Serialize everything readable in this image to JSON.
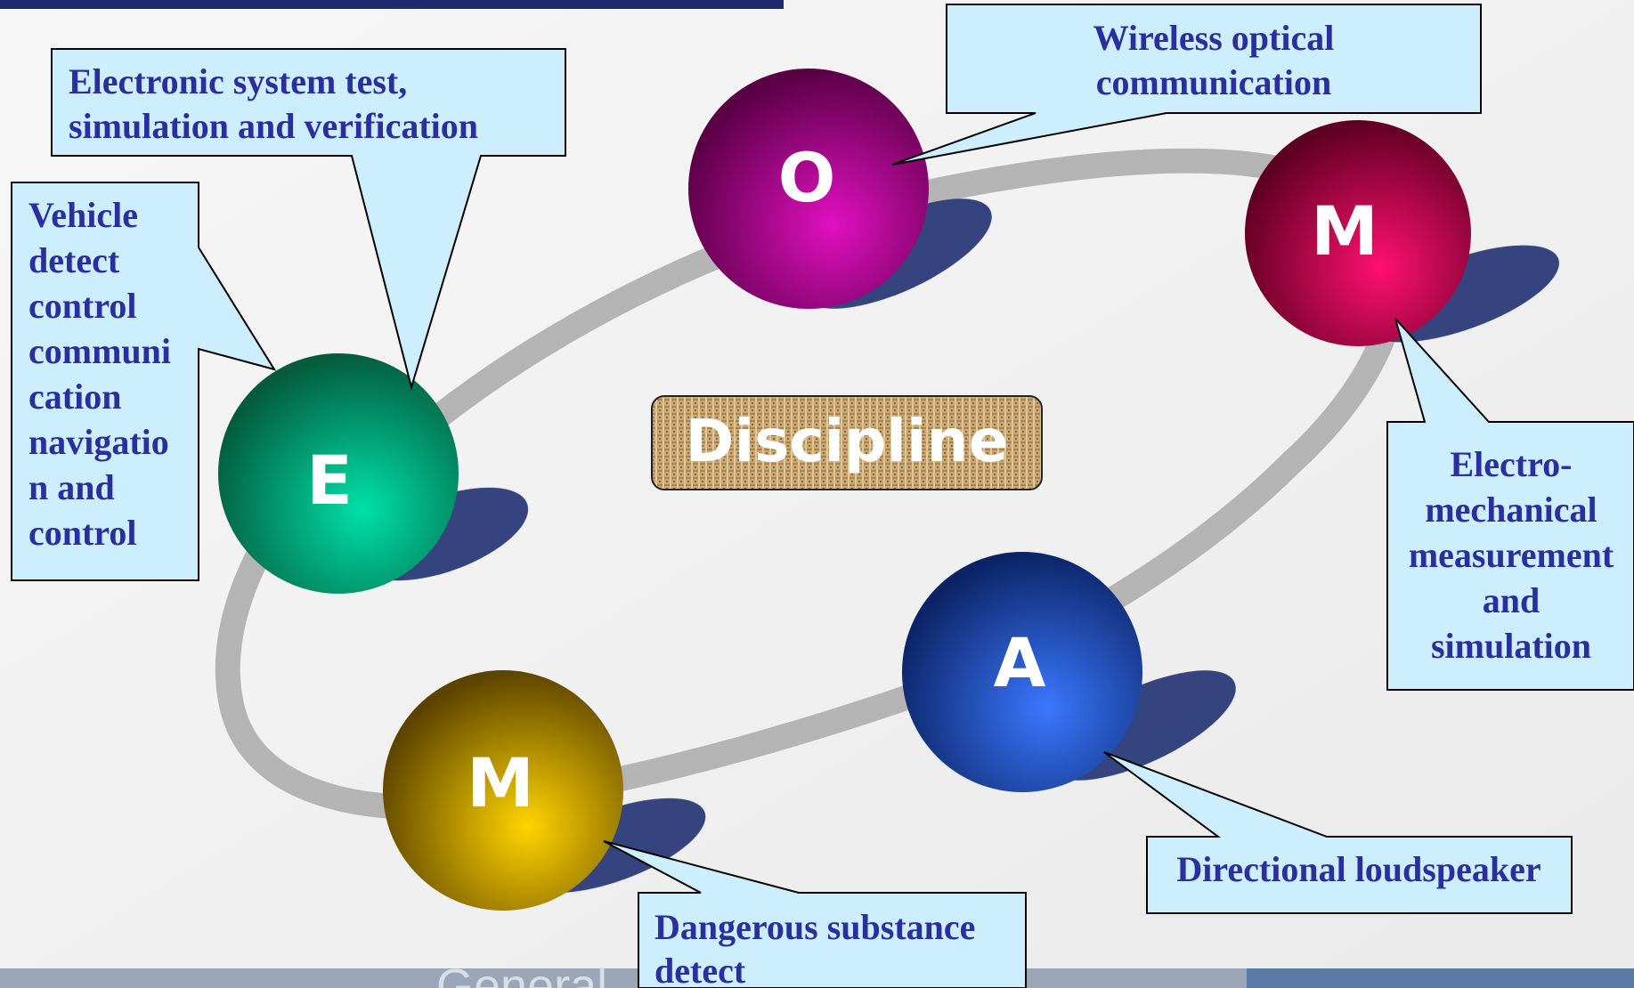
{
  "center_title": "Discipline",
  "nodes": [
    {
      "id": "E",
      "letter": "E",
      "color_light": "#00e0a8",
      "color_dark": "#045c3d"
    },
    {
      "id": "O",
      "letter": "O",
      "color_light": "#e010c0",
      "color_dark": "#5a0045"
    },
    {
      "id": "M1",
      "letter": "M",
      "color_light": "#ff1070",
      "color_dark": "#5e0020"
    },
    {
      "id": "A",
      "letter": "A",
      "color_light": "#3a78ff",
      "color_dark": "#0c2466"
    },
    {
      "id": "M2",
      "letter": "M",
      "color_light": "#ffd400",
      "color_dark": "#5c4400"
    }
  ],
  "callouts": {
    "electronic": [
      "Electronic system test,",
      "simulation and verification"
    ],
    "vehicle": [
      "Vehicle",
      "detect",
      "control",
      "communi",
      "cation",
      "navigatio",
      "n and",
      "control"
    ],
    "wireless": [
      "Wireless optical",
      "communication"
    ],
    "electromech": [
      "Electro-",
      "mechanical",
      "measurement",
      "and",
      "simulation"
    ],
    "loudspeaker": [
      "Directional loudspeaker"
    ],
    "dangerous": [
      "Dangerous substance",
      "detect"
    ]
  },
  "footer_text": "General",
  "colors": {
    "callout_fill": "#cdeeff",
    "callout_text": "#2b2f9e",
    "ring": "#b4b4b4",
    "shadow": "#2b3a78",
    "title_bg": "#c8a672"
  }
}
